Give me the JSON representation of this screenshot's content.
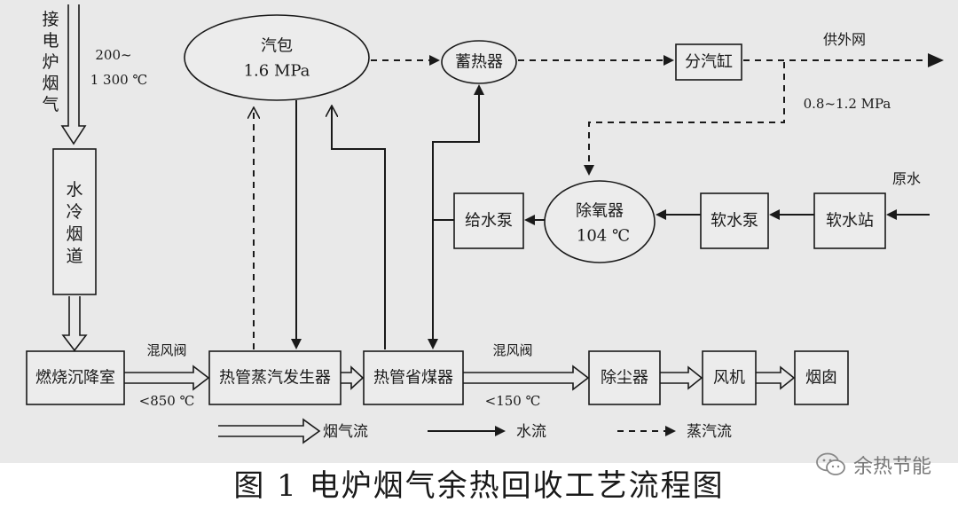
{
  "nodes": {
    "jie_dianlu_yanqi": "接电炉烟气",
    "shuileng_yandao": "水冷烟道",
    "ranshao_chenjiangshi": "燃烧沉降室",
    "reguan_zhengqi_fashengqi": "热管蒸汽发生器",
    "reguan_shengmeiqi": "热管省煤器",
    "chuchenqi": "除尘器",
    "fengji": "风机",
    "yancong": "烟囱",
    "qibao": "汽包",
    "qibao_pressure": "1.6 MPa",
    "xureqi": "蓄热器",
    "fenqigang": "分汽缸",
    "gongwaiwang": "供外网",
    "waiwang_pressure": "0.8~1.2 MPa",
    "chuyangqi": "除氧器",
    "chuyangqi_temp": "104 ℃",
    "geishuibeng": "给水泵",
    "ruanshuibeng": "软水泵",
    "ruanshuizhan": "软水站",
    "yuanshui": "原水"
  },
  "annotations": {
    "inlet_temp_line1": "200~",
    "inlet_temp_line2": "1 300 ℃",
    "hunfengfa_1": "混风阀",
    "temp_lt850": "<850 ℃",
    "hunfengfa_2": "混风阀",
    "temp_lt150": "<150 ℃"
  },
  "legend": {
    "flue_gas": "烟气流",
    "water": "水流",
    "steam": "蒸汽流"
  },
  "caption": "图 1  电炉烟气余热回收工艺流程图",
  "watermark": {
    "text": "余热节能",
    "icon": "wechat-icon"
  },
  "colors": {
    "background": "#e9e9e9",
    "line": "#1a1a1a"
  }
}
